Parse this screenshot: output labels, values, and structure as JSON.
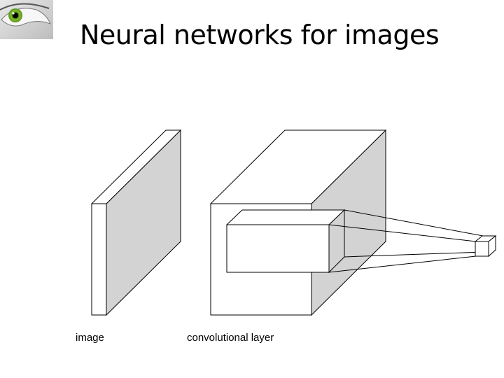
{
  "slide": {
    "title": "Neural networks for images"
  },
  "logo": {
    "icon": "eye-icon"
  },
  "diagram": {
    "captions": {
      "image": "image",
      "conv_layer": "convolutional layer"
    },
    "colors": {
      "face_fill": "#ffffff",
      "side_fill": "#d3d3d3",
      "stroke": "#000000"
    }
  }
}
